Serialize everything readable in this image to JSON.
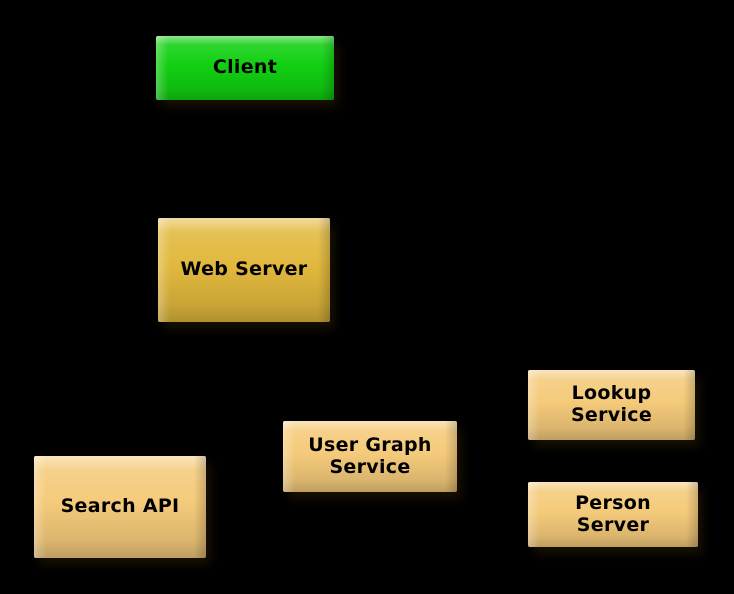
{
  "diagram": {
    "background_color": "#000000",
    "text_color": "#000000",
    "nodes": [
      {
        "id": "client",
        "label": "Client",
        "fill": "#12d012"
      },
      {
        "id": "web-server",
        "label": "Web Server",
        "fill": "#e2b93e"
      },
      {
        "id": "search-api",
        "label": "Search API",
        "fill": "#f5cb7b"
      },
      {
        "id": "user-graph-service",
        "label": "User Graph\nService",
        "fill": "#f5cb7b"
      },
      {
        "id": "lookup-service",
        "label": "Lookup\nService",
        "fill": "#f5cb7b"
      },
      {
        "id": "person-server",
        "label": "Person\nServer",
        "fill": "#f5cb7b"
      }
    ]
  }
}
